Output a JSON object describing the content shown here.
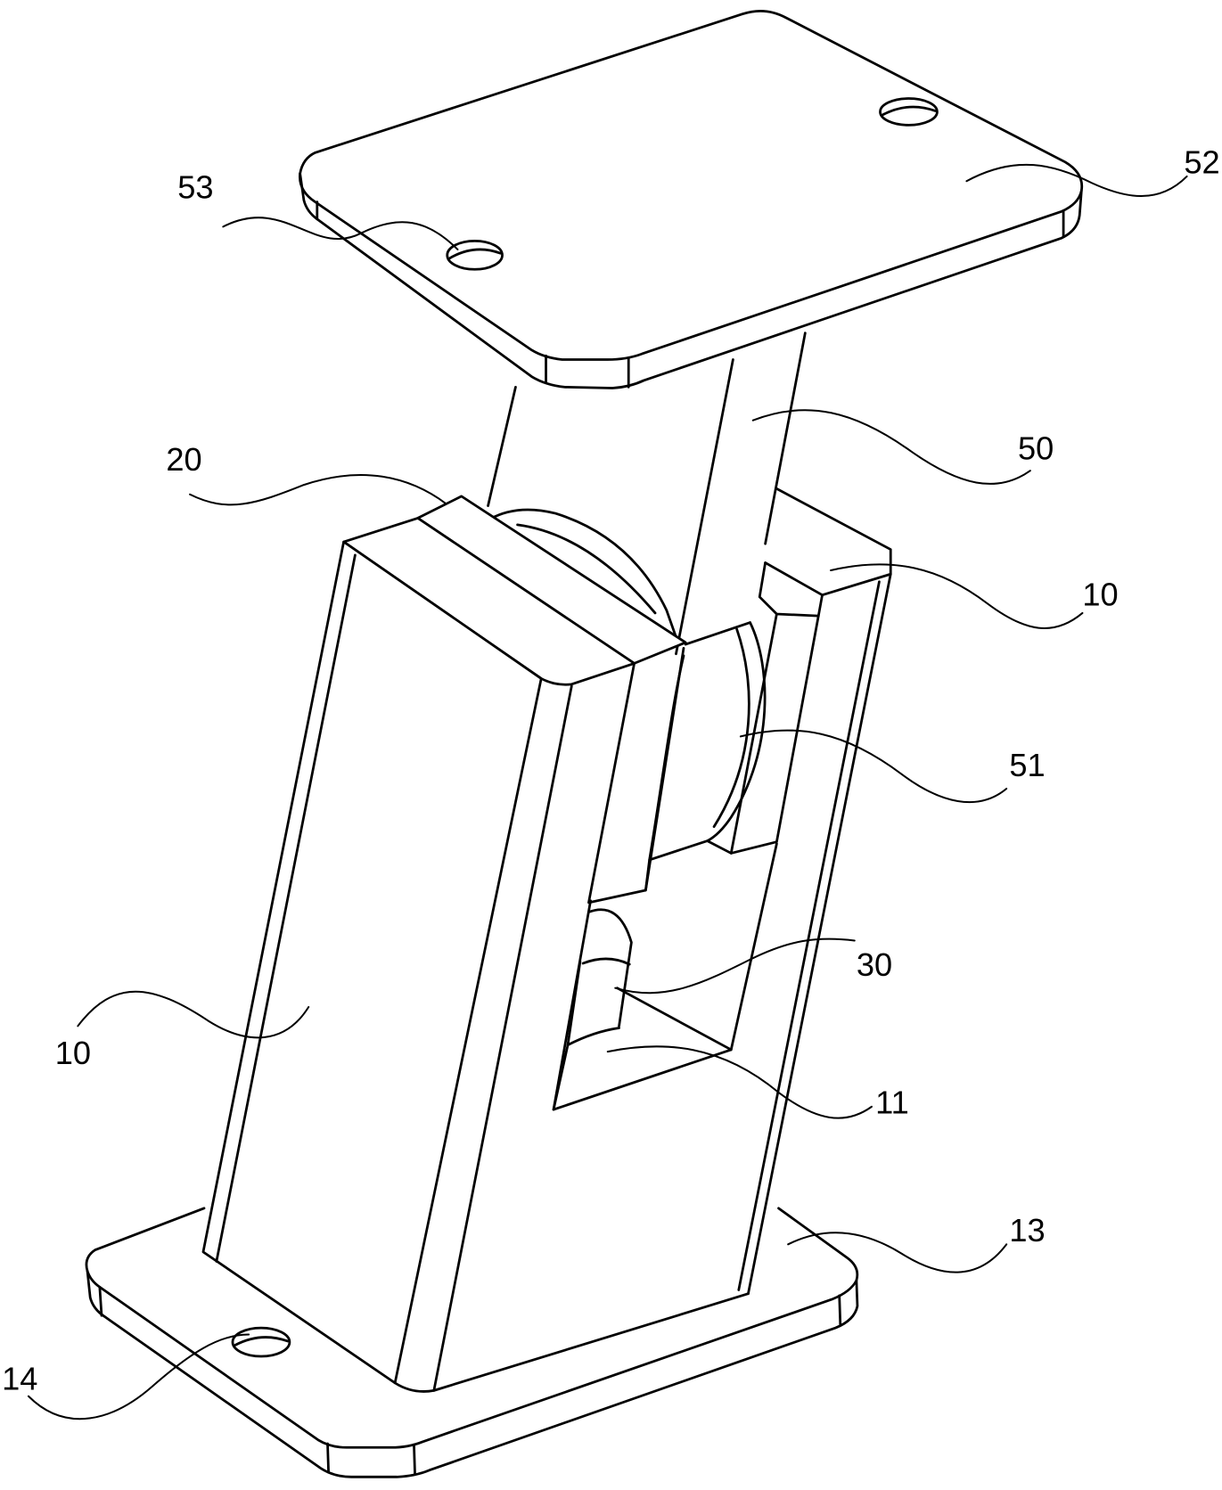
{
  "figure": {
    "labels": [
      "53",
      "52",
      "50",
      "20",
      "10",
      "51",
      "30",
      "10",
      "11",
      "13",
      "14"
    ]
  },
  "colors": {
    "line": "#000000",
    "background": "#ffffff"
  }
}
